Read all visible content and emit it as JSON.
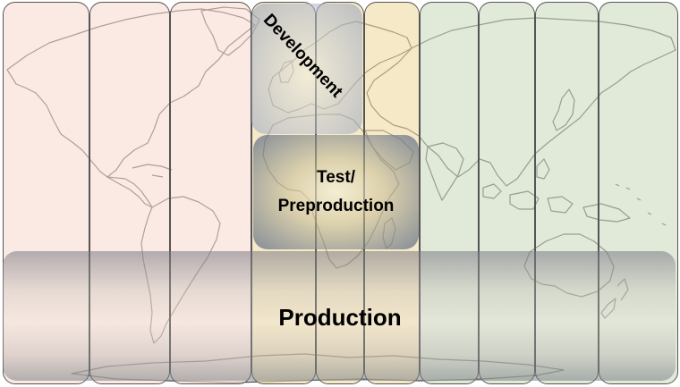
{
  "zones": [
    {
      "id": "westbands",
      "color": "#f9ddd2"
    },
    {
      "id": "midbands",
      "color": "#f0dca6"
    },
    {
      "id": "eastbands",
      "color": "#cfdcc2"
    }
  ],
  "boxes": {
    "development": {
      "label": "Development"
    },
    "test": {
      "line1": "Test/",
      "line2": "Preproduction"
    },
    "production": {
      "label": "Production"
    }
  }
}
